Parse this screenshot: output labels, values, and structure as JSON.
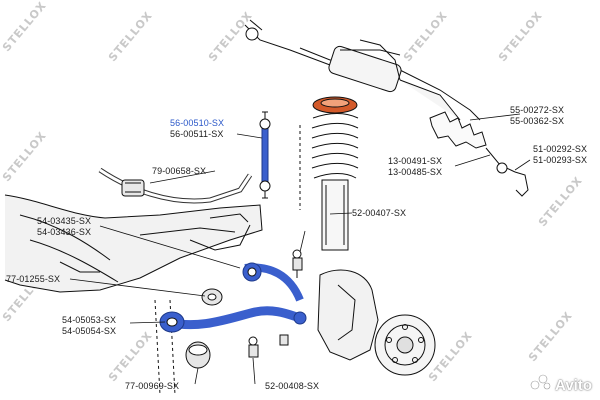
{
  "watermark": "STELLOX",
  "brand_badge": "Avito",
  "labels": {
    "tie_rod_end_pair": [
      "51-00292-SX",
      "51-00293-SX"
    ],
    "boot_pair": [
      "55-00272-SX",
      "55-00362-SX"
    ],
    "stabilizer_link_pair": [
      "56-00510-SX",
      "56-00511-SX"
    ],
    "stabilizer_bushing": "79-00658-SX",
    "inner_tie_rod_pair": [
      "13-00491-SX",
      "13-00485-SX"
    ],
    "ball_joint_upper": "52-00407-SX",
    "thrust_arm_pair": [
      "54-03435-SX",
      "54-03436-SX"
    ],
    "arm_bushing": "77-01255-SX",
    "control_arm_pair": [
      "54-05053-SX",
      "54-05054-SX"
    ],
    "hydro_bushing": "77-00969-SX",
    "ball_joint_lower": "52-00408-SX"
  },
  "colors": {
    "highlight_part": "#3a5fcd",
    "highlight_text": "#2a57c8",
    "line": "#111111",
    "watermark": "#c9c9c9"
  }
}
